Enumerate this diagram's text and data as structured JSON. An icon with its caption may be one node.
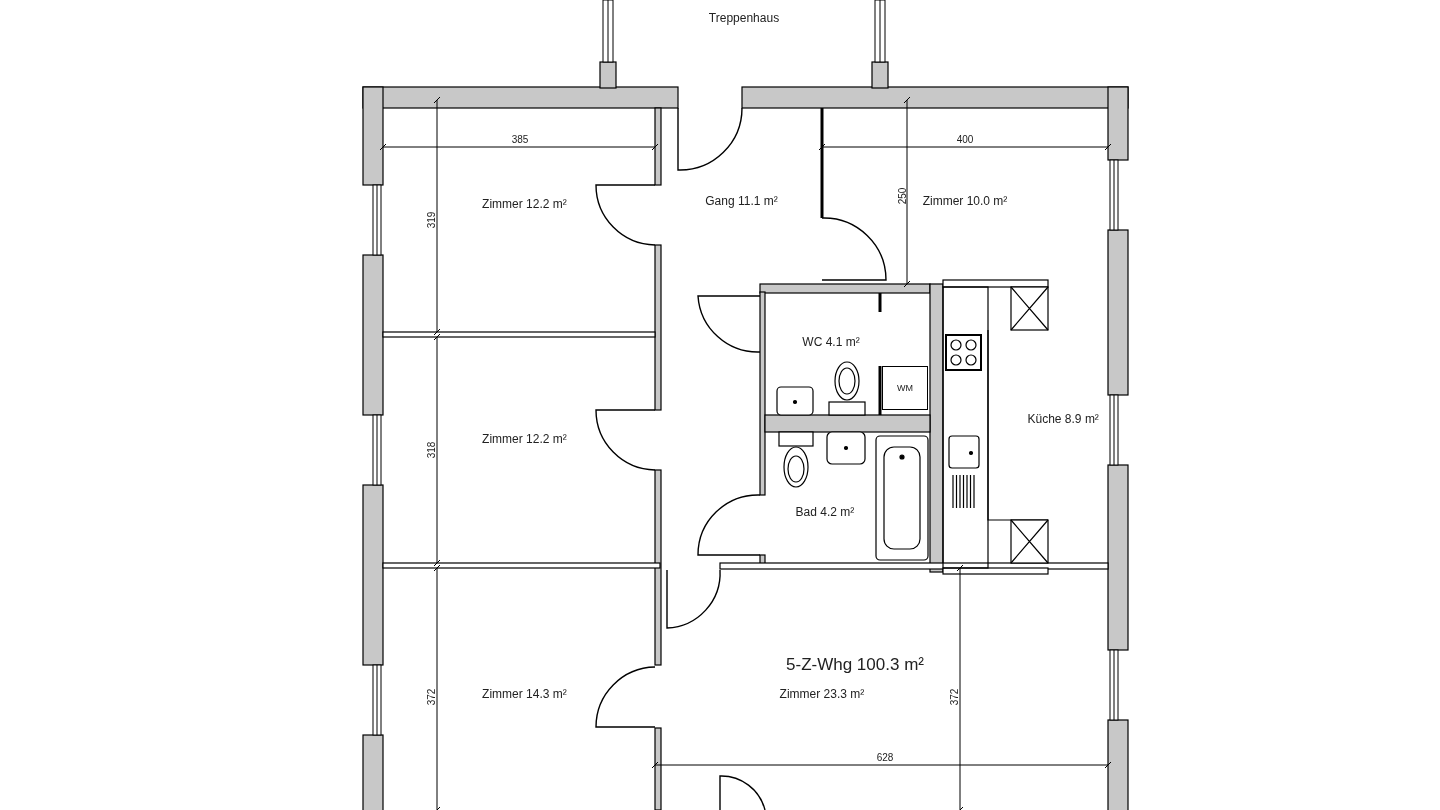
{
  "diagram": {
    "nodes": [
      {
        "text": [
          "Treppenhaus"
        ]
      },
      {
        "text": [
          "Zimmer 12.2 m²"
        ]
      },
      {
        "text": [
          "Gang 11.1 m²"
        ]
      },
      {
        "text": [
          "Zimmer 10.0 m²"
        ]
      },
      {
        "text": [
          "WC 4.1 m²"
        ]
      },
      {
        "text": [
          "WM"
        ],
        "in": 4
      },
      {
        "text": [
          "Zimmer 12.2 m²"
        ]
      },
      {
        "text": [
          "Küche 8.9 m²"
        ]
      },
      {
        "text": [
          "Bad 4.2 m²"
        ]
      },
      {
        "text": [
          "Zimmer 14.3 m²"
        ]
      },
      {
        "text": [
          "Zimmer 23.3 m²"
        ]
      }
    ],
    "labels": [
      "385",
      "400",
      "319",
      "250",
      "318",
      "5-Z-Whg 100.3 m²",
      "372",
      "372",
      "628"
    ]
  }
}
